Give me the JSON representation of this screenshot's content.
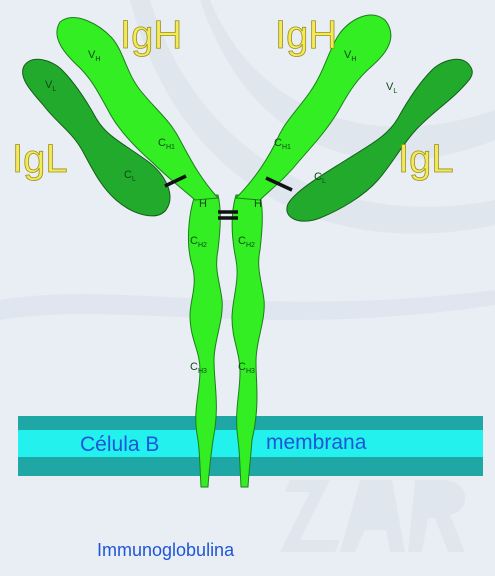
{
  "colors": {
    "background": "#e9eef5",
    "heavy_chain": "#33ee22",
    "light_chain": "#22aa2c",
    "membrane_dark": "#1fa7a5",
    "membrane_light": "#22f1ee",
    "label_yellow": "#f3ea5a",
    "text_blue": "#1f56d6"
  },
  "chains": {
    "heavy_left": "IgH",
    "heavy_right": "IgH",
    "light_left": "IgL",
    "light_right": "IgL"
  },
  "domains": {
    "vh": {
      "main": "V",
      "sub": "H"
    },
    "vl": {
      "main": "V",
      "sub": "L"
    },
    "ch1": {
      "main": "C",
      "sub": "H1"
    },
    "cl": {
      "main": "C",
      "sub": "L"
    },
    "h": "H",
    "ch2": {
      "main": "C",
      "sub": "H2"
    },
    "ch3": {
      "main": "C",
      "sub": "H3"
    }
  },
  "membrane": {
    "left_text": "Célula B",
    "right_text": "membrana"
  },
  "caption": "Immunoglobulina"
}
